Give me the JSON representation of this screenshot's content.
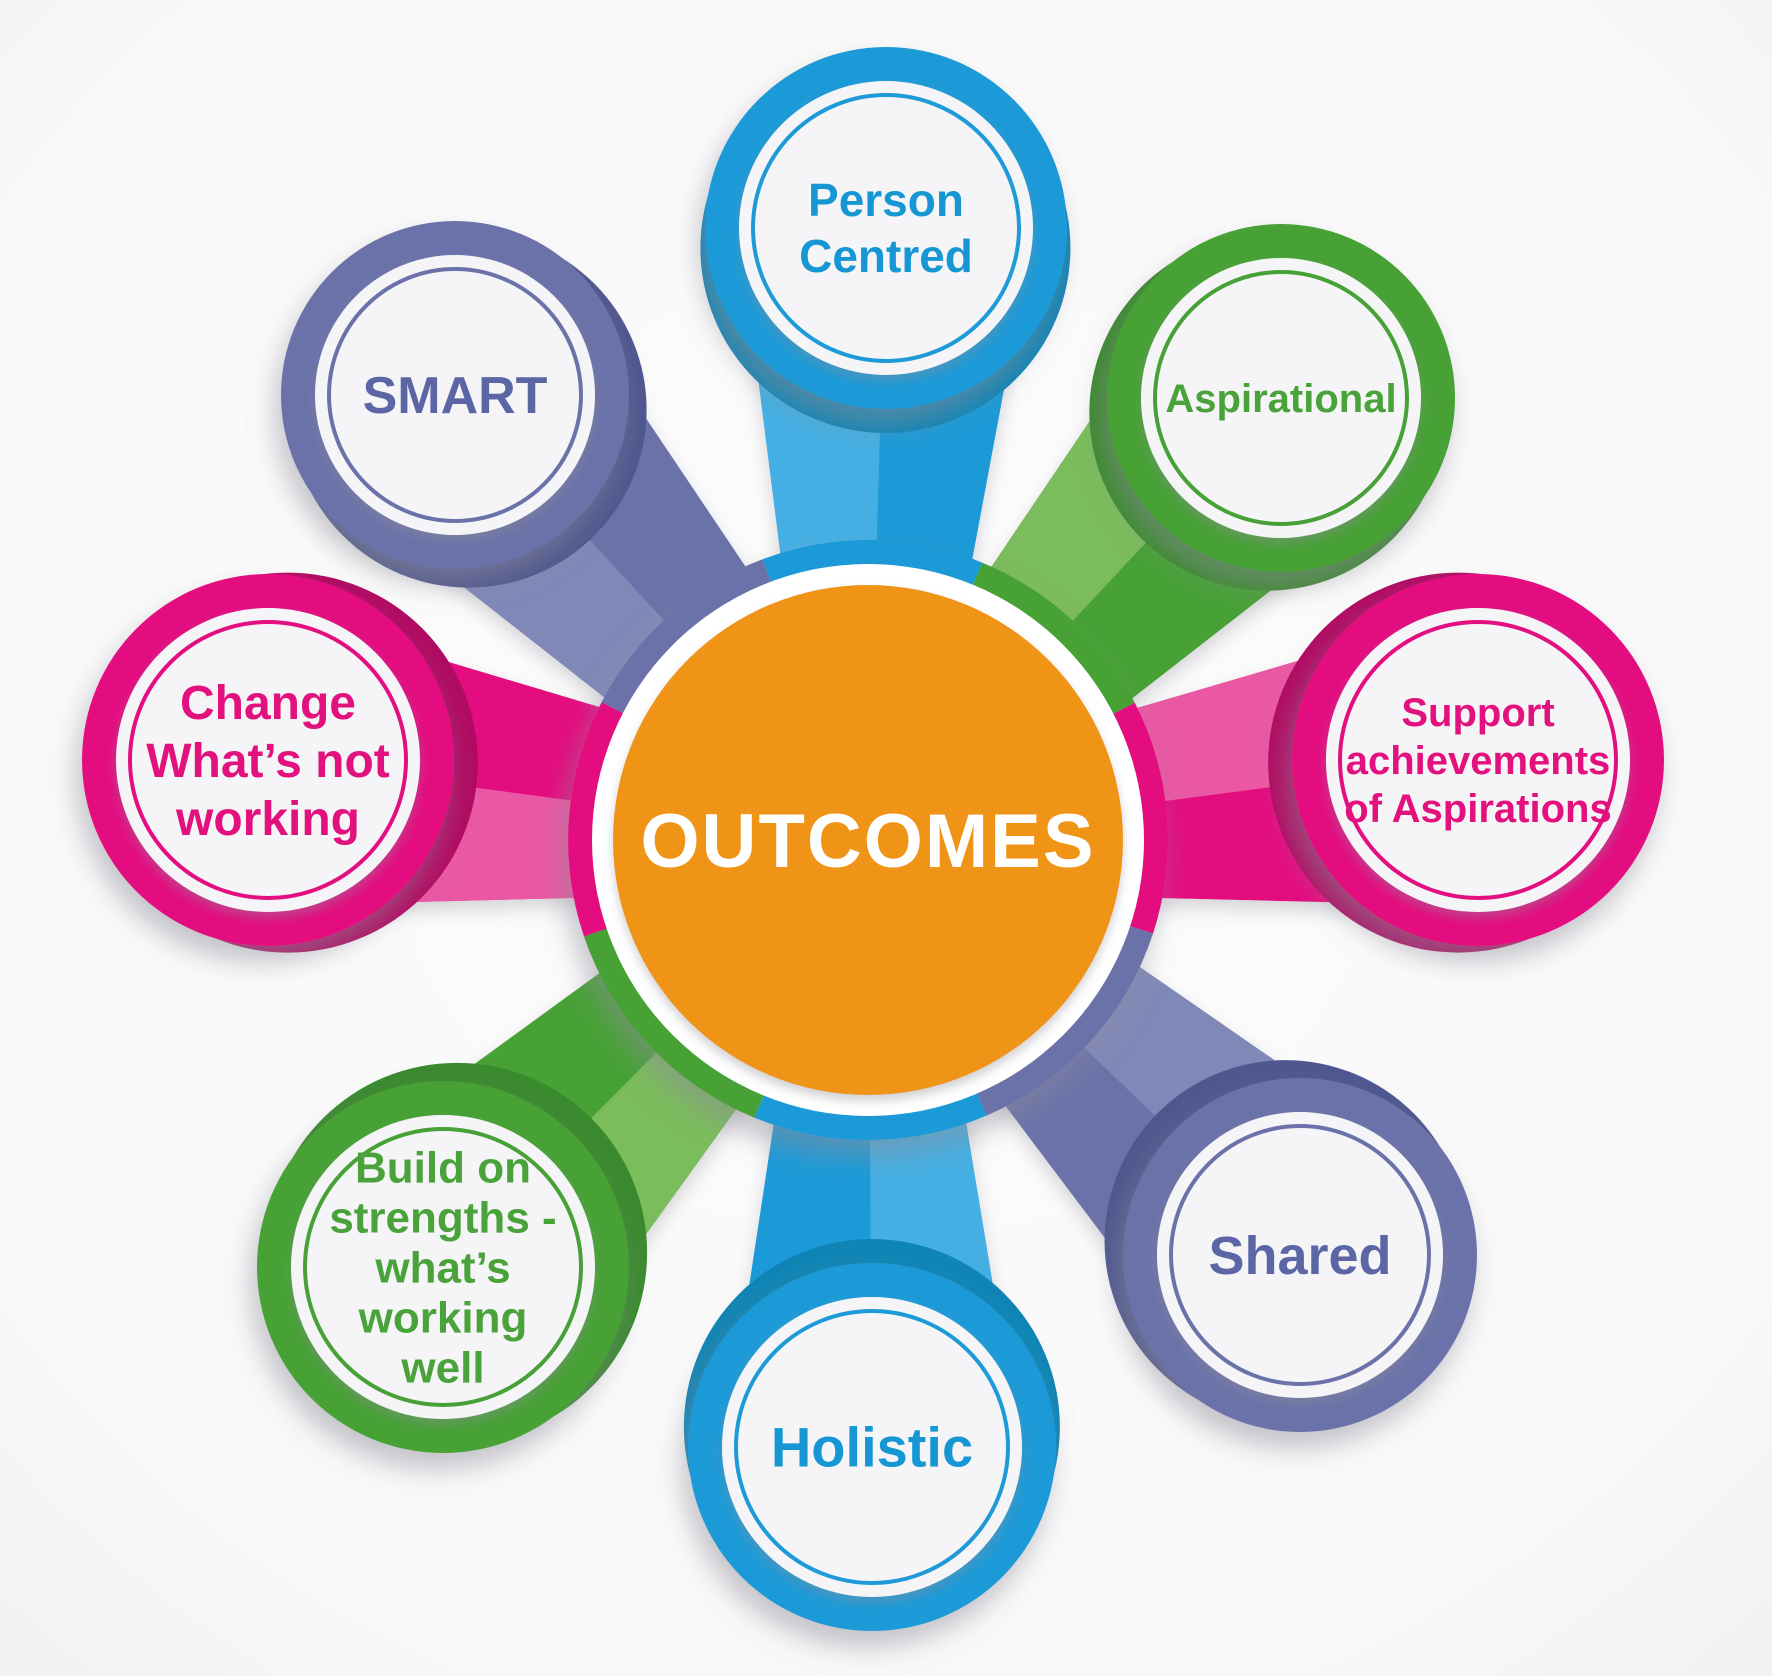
{
  "title": "OUTCOMES diagram",
  "center": {
    "label": "OUTCOMES",
    "fill": "#EF9416",
    "text_color": "#FFFFFF"
  },
  "colors": {
    "blue": {
      "main": "#1D9AD7",
      "light": "#45AFE3",
      "dark": "#0F85B5",
      "text": "#1697D3"
    },
    "green": {
      "main": "#47A136",
      "light": "#7BBC5C",
      "dark": "#3A8A2E",
      "text": "#4AA23A"
    },
    "pink": {
      "main": "#E30F80",
      "light": "#EA58A3",
      "dark": "#B10B63",
      "text": "#E2117D"
    },
    "purple": {
      "main": "#6A72A9",
      "light": "#8088B8",
      "dark": "#4E578F",
      "text": "#5C66A4"
    }
  },
  "face_color": "#F5F5F7",
  "background": "#F4F4F6",
  "nodes": [
    {
      "id": "person-centred",
      "color": "blue",
      "label": "Person Centred",
      "lines": [
        "Person",
        "Centred"
      ]
    },
    {
      "id": "aspirational",
      "color": "green",
      "label": "Aspirational",
      "lines": [
        "Aspirational"
      ]
    },
    {
      "id": "support-achievements",
      "color": "pink",
      "label": "Support achievements of Aspirations",
      "lines": [
        "Support",
        "achievements",
        "of Aspirations"
      ]
    },
    {
      "id": "shared",
      "color": "purple",
      "label": "Shared",
      "lines": [
        "Shared"
      ]
    },
    {
      "id": "holistic",
      "color": "blue",
      "label": "Holistic",
      "lines": [
        "Holistic"
      ]
    },
    {
      "id": "build-on-strengths",
      "color": "green",
      "label": "Build on strengths - what’s working well",
      "lines": [
        "Build on",
        "strengths -",
        "what’s",
        "working",
        "well"
      ]
    },
    {
      "id": "change-whats-not-working",
      "color": "pink",
      "label": "Change What’s not working",
      "lines": [
        "Change",
        "What’s not",
        "working"
      ]
    },
    {
      "id": "smart",
      "color": "purple",
      "label": "SMART",
      "lines": [
        "SMART"
      ]
    }
  ]
}
